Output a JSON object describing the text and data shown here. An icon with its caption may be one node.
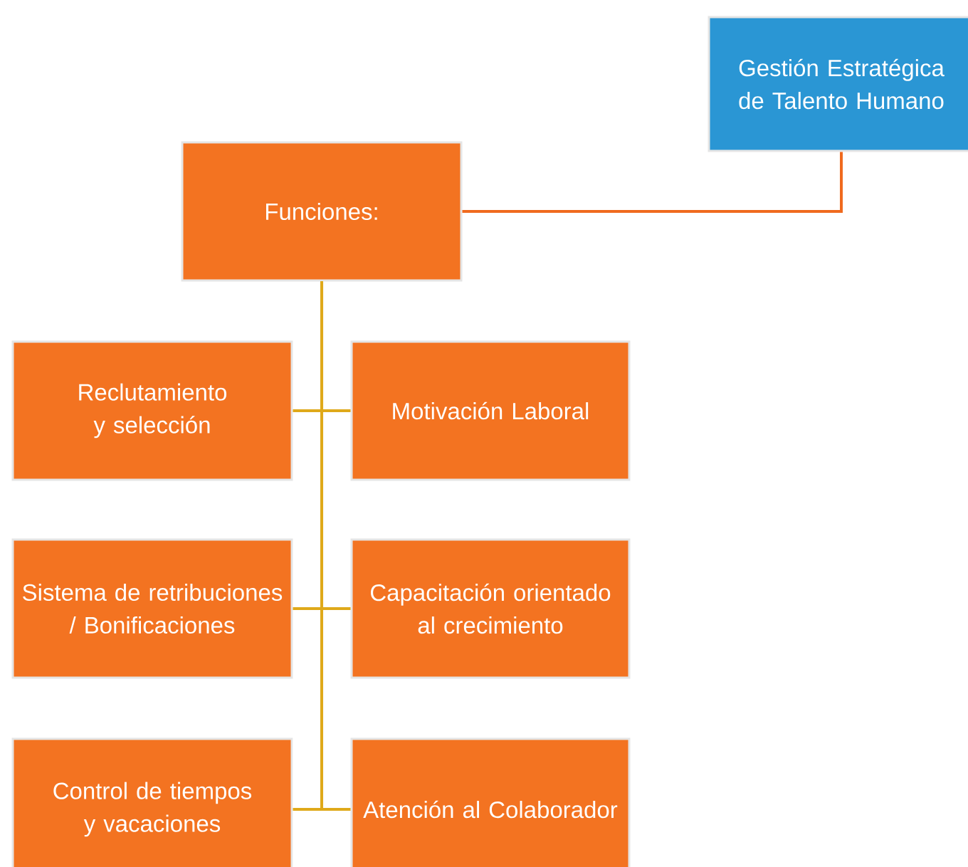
{
  "diagram": {
    "nodes": [
      {
        "text": [
          "Gestión Estratégica de Talento Humano"
        ]
      },
      {
        "text": [
          "Funciones:"
        ]
      },
      {
        "text": [
          "Reclutamiento y selección"
        ]
      },
      {
        "text": [
          "Motivación Laboral"
        ]
      },
      {
        "text": [
          "Sistema de retribuciones / Bonificaciones"
        ]
      },
      {
        "text": [
          "Capacitación orientado al crecimiento"
        ]
      },
      {
        "text": [
          "Control de tiempos y vacaciones"
        ]
      },
      {
        "text": [
          "Atención al Colaborador"
        ]
      }
    ],
    "edges": [
      {
        "from": 0,
        "to": 1,
        "arrow": "none",
        "color": "#f06a1e"
      },
      {
        "from": 1,
        "to": 2,
        "arrow": "none"
      },
      {
        "from": 1,
        "to": 3,
        "arrow": "none"
      },
      {
        "from": 1,
        "to": 4,
        "arrow": "none"
      },
      {
        "from": 1,
        "to": 5,
        "arrow": "none"
      },
      {
        "from": 1,
        "to": 6,
        "arrow": "none"
      },
      {
        "from": 1,
        "to": 7,
        "arrow": "none"
      }
    ]
  }
}
